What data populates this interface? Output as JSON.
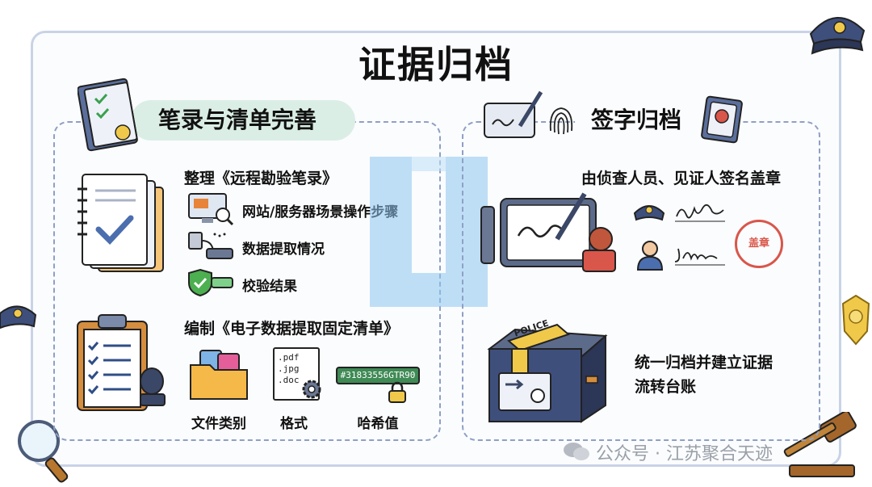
{
  "title": "证据归档",
  "left": {
    "section_label": "笔录与清单完善",
    "group1": {
      "heading": "整理《远程勘验笔录》",
      "items": [
        "网站/服务器场景操作步骤",
        "数据提取情况",
        "校验结果"
      ]
    },
    "group2": {
      "heading": "编制《电子数据提取固定清单》",
      "captions": [
        "文件类别",
        "格式",
        "哈希值"
      ],
      "formats": [
        ".pdf",
        ".jpg",
        ".doc"
      ],
      "hash": "#31833556GTR90"
    }
  },
  "right": {
    "section_label": "签字归档",
    "heading": "由侦查人员、见证人签名盖章",
    "seal_text": "盖章",
    "archive_lines": [
      "统一归档并建立证据",
      "流转台账"
    ],
    "box_label": "POLICE"
  },
  "footer": "公众号 · 江苏聚合天迹",
  "colors": {
    "mint": "#dbeee5",
    "navy": "#36456a",
    "seal_red": "#d9564a",
    "green": "#4caf50",
    "dashed": "#8fa0c4"
  }
}
